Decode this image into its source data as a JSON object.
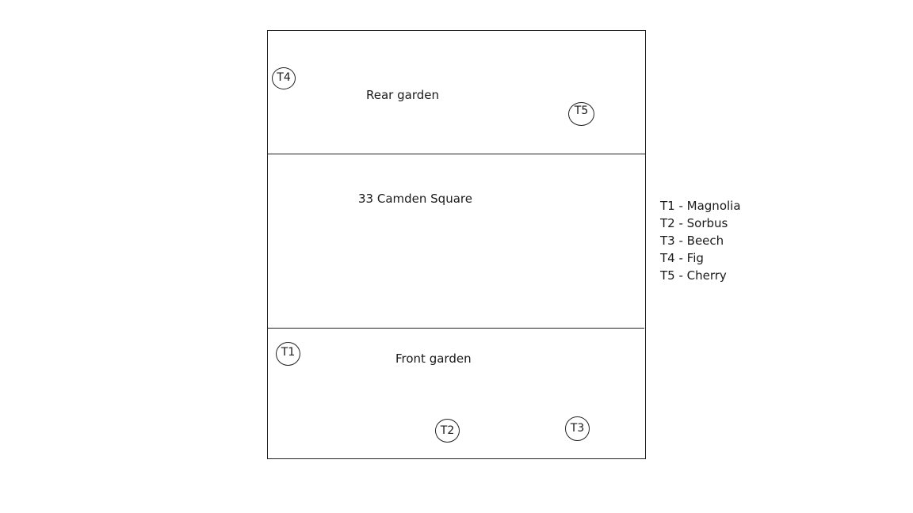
{
  "zones": {
    "rear": "Rear garden",
    "house": "33 Camden Square",
    "front": "Front garden"
  },
  "trees": {
    "t1": "T1",
    "t2": "T2",
    "t3": "T3",
    "t4": "T4",
    "t5": "T5"
  },
  "legend": [
    "T1 - Magnolia",
    "T2 - Sorbus",
    "T3 - Beech",
    "T4 - Fig",
    "T5 - Cherry"
  ]
}
